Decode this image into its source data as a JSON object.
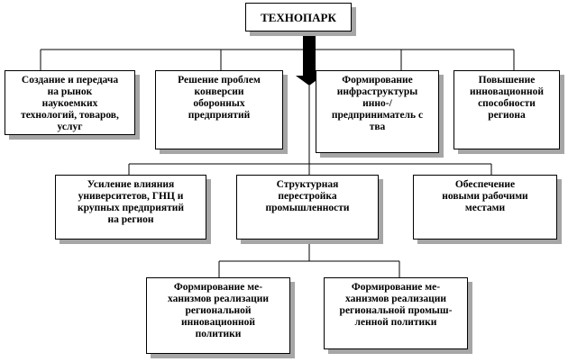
{
  "diagram": {
    "root": {
      "label": "ТЕХНОПАРК"
    },
    "row1": [
      {
        "id": "r1a",
        "label": "Создание и передача\nна рынок\nнаукоемких\nтехнологий,  товаров,\nуслуг"
      },
      {
        "id": "r1b",
        "label": "Решение проблем\nконверсии\nоборонных\nпредприятий"
      },
      {
        "id": "r1c",
        "label": "Формирование\nинфраструктуры\nинно-/\nпредприниматель с\nтва"
      },
      {
        "id": "r1d",
        "label": "Повышение\nинновационной\nспособности\nрегиона"
      }
    ],
    "row2": [
      {
        "id": "r2a",
        "label": "Усиление влияния\nуниверситетов, ГНЦ и\nкрупных предприятий\nна регион"
      },
      {
        "id": "r2b",
        "label": "Структурная\nперестройка\nпромышленности"
      },
      {
        "id": "r2c",
        "label": "Обеспечение\nновыми рабочими\nместами"
      }
    ],
    "row3": [
      {
        "id": "r3a",
        "label": "Формирование ме-\nханизмов реализации\nрегиональной\nинновационной\nполитики"
      },
      {
        "id": "r3b",
        "label": "Формирование ме-\nханизмов реализации\nрегиональной промыш-\nленной политики"
      }
    ],
    "colors": {
      "line": "#000000",
      "shadow": "#a6a6a6",
      "box_fill": "#ffffff",
      "arrow": "#000000"
    }
  }
}
